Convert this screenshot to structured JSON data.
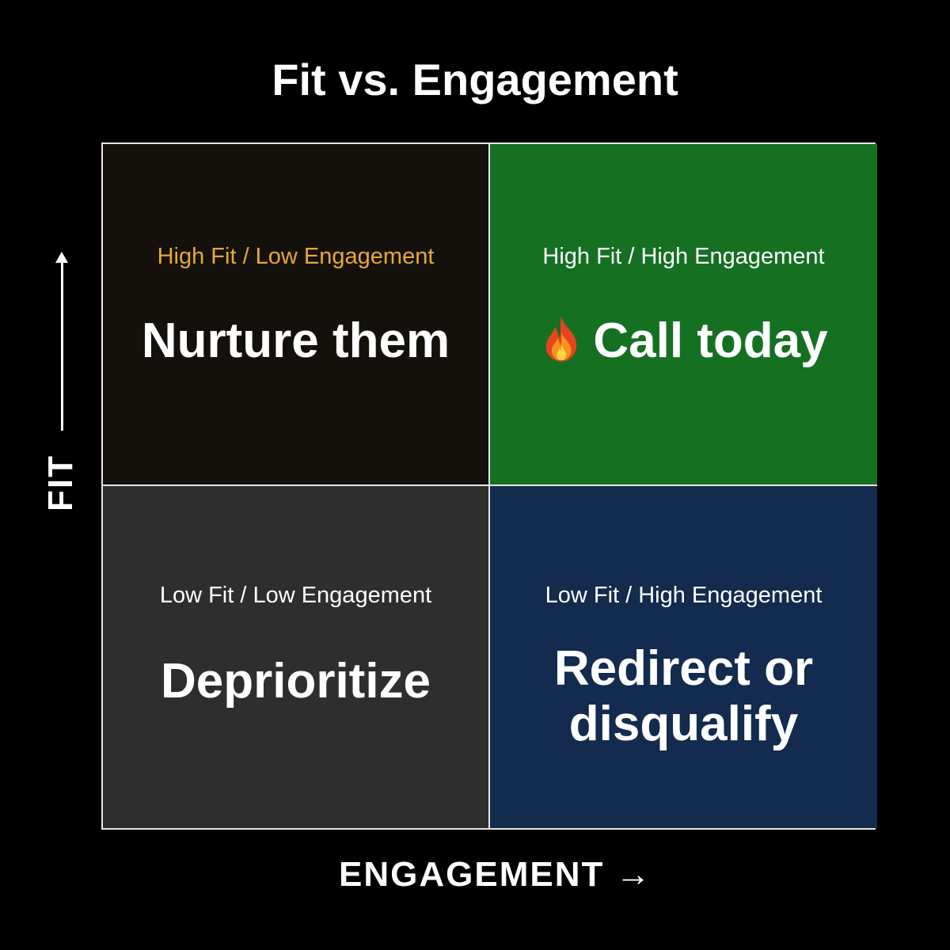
{
  "title": "Fit vs. Engagement",
  "axes": {
    "x_label": "ENGAGEMENT →",
    "y_label": "FIT"
  },
  "quadrants": {
    "top_left": {
      "subtitle": "High Fit / Low Engagement",
      "action": "Nurture them",
      "color": "#14110d",
      "subtitle_color": "#e8a933"
    },
    "top_right": {
      "subtitle": "High Fit / High Engagement",
      "action": "Call today",
      "icon": "fire-icon",
      "color": "#157022"
    },
    "bottom_left": {
      "subtitle": "Low Fit / Low Engagement",
      "action": "Deprioritize",
      "color": "#2e2e2e"
    },
    "bottom_right": {
      "subtitle": "Low Fit / High Engagement",
      "action_line1": "Redirect or",
      "action_line2": "disqualify",
      "color": "#122b4e"
    }
  }
}
